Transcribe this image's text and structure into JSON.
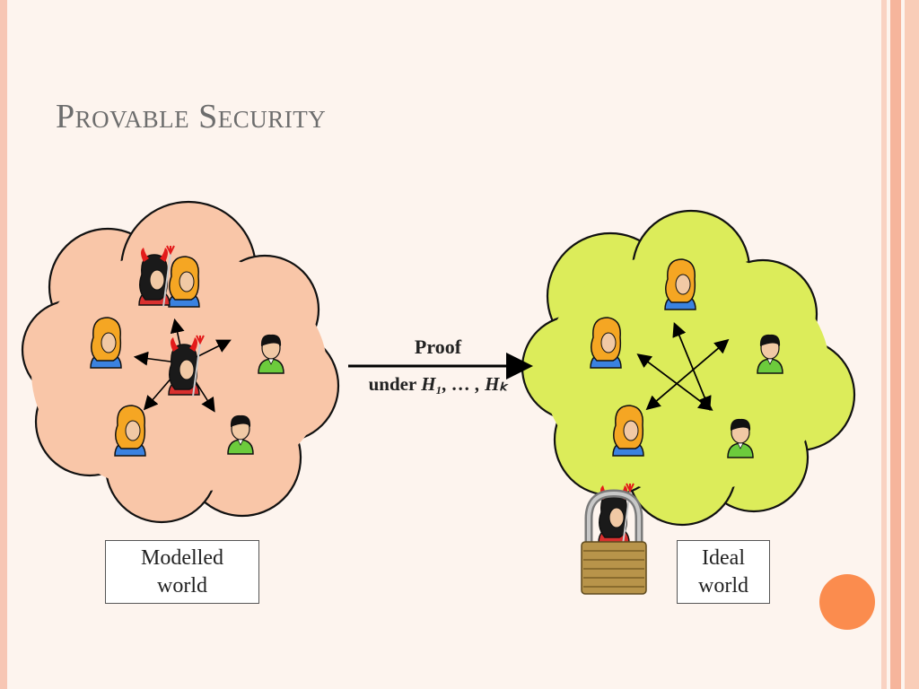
{
  "slide": {
    "title": "Provable Security"
  },
  "arrow": {
    "top_label": "Proof",
    "bottom_label_prefix": "under ",
    "bottom_label_math": "H₁, … , Hₖ"
  },
  "boxes": {
    "modelled_line1": "Modelled",
    "modelled_line2": "world",
    "ideal_line1": "Ideal",
    "ideal_line2": "world"
  },
  "colors": {
    "modelled_cloud": "#f9c6a8",
    "ideal_cloud": "#dcec5a",
    "accent_dot": "#fb8c4e",
    "title_text": "#6d6d6d"
  },
  "icons": [
    "person-blonde-icon",
    "person-dark-hair-icon",
    "devil-adversary-icon",
    "padlock-icon"
  ]
}
